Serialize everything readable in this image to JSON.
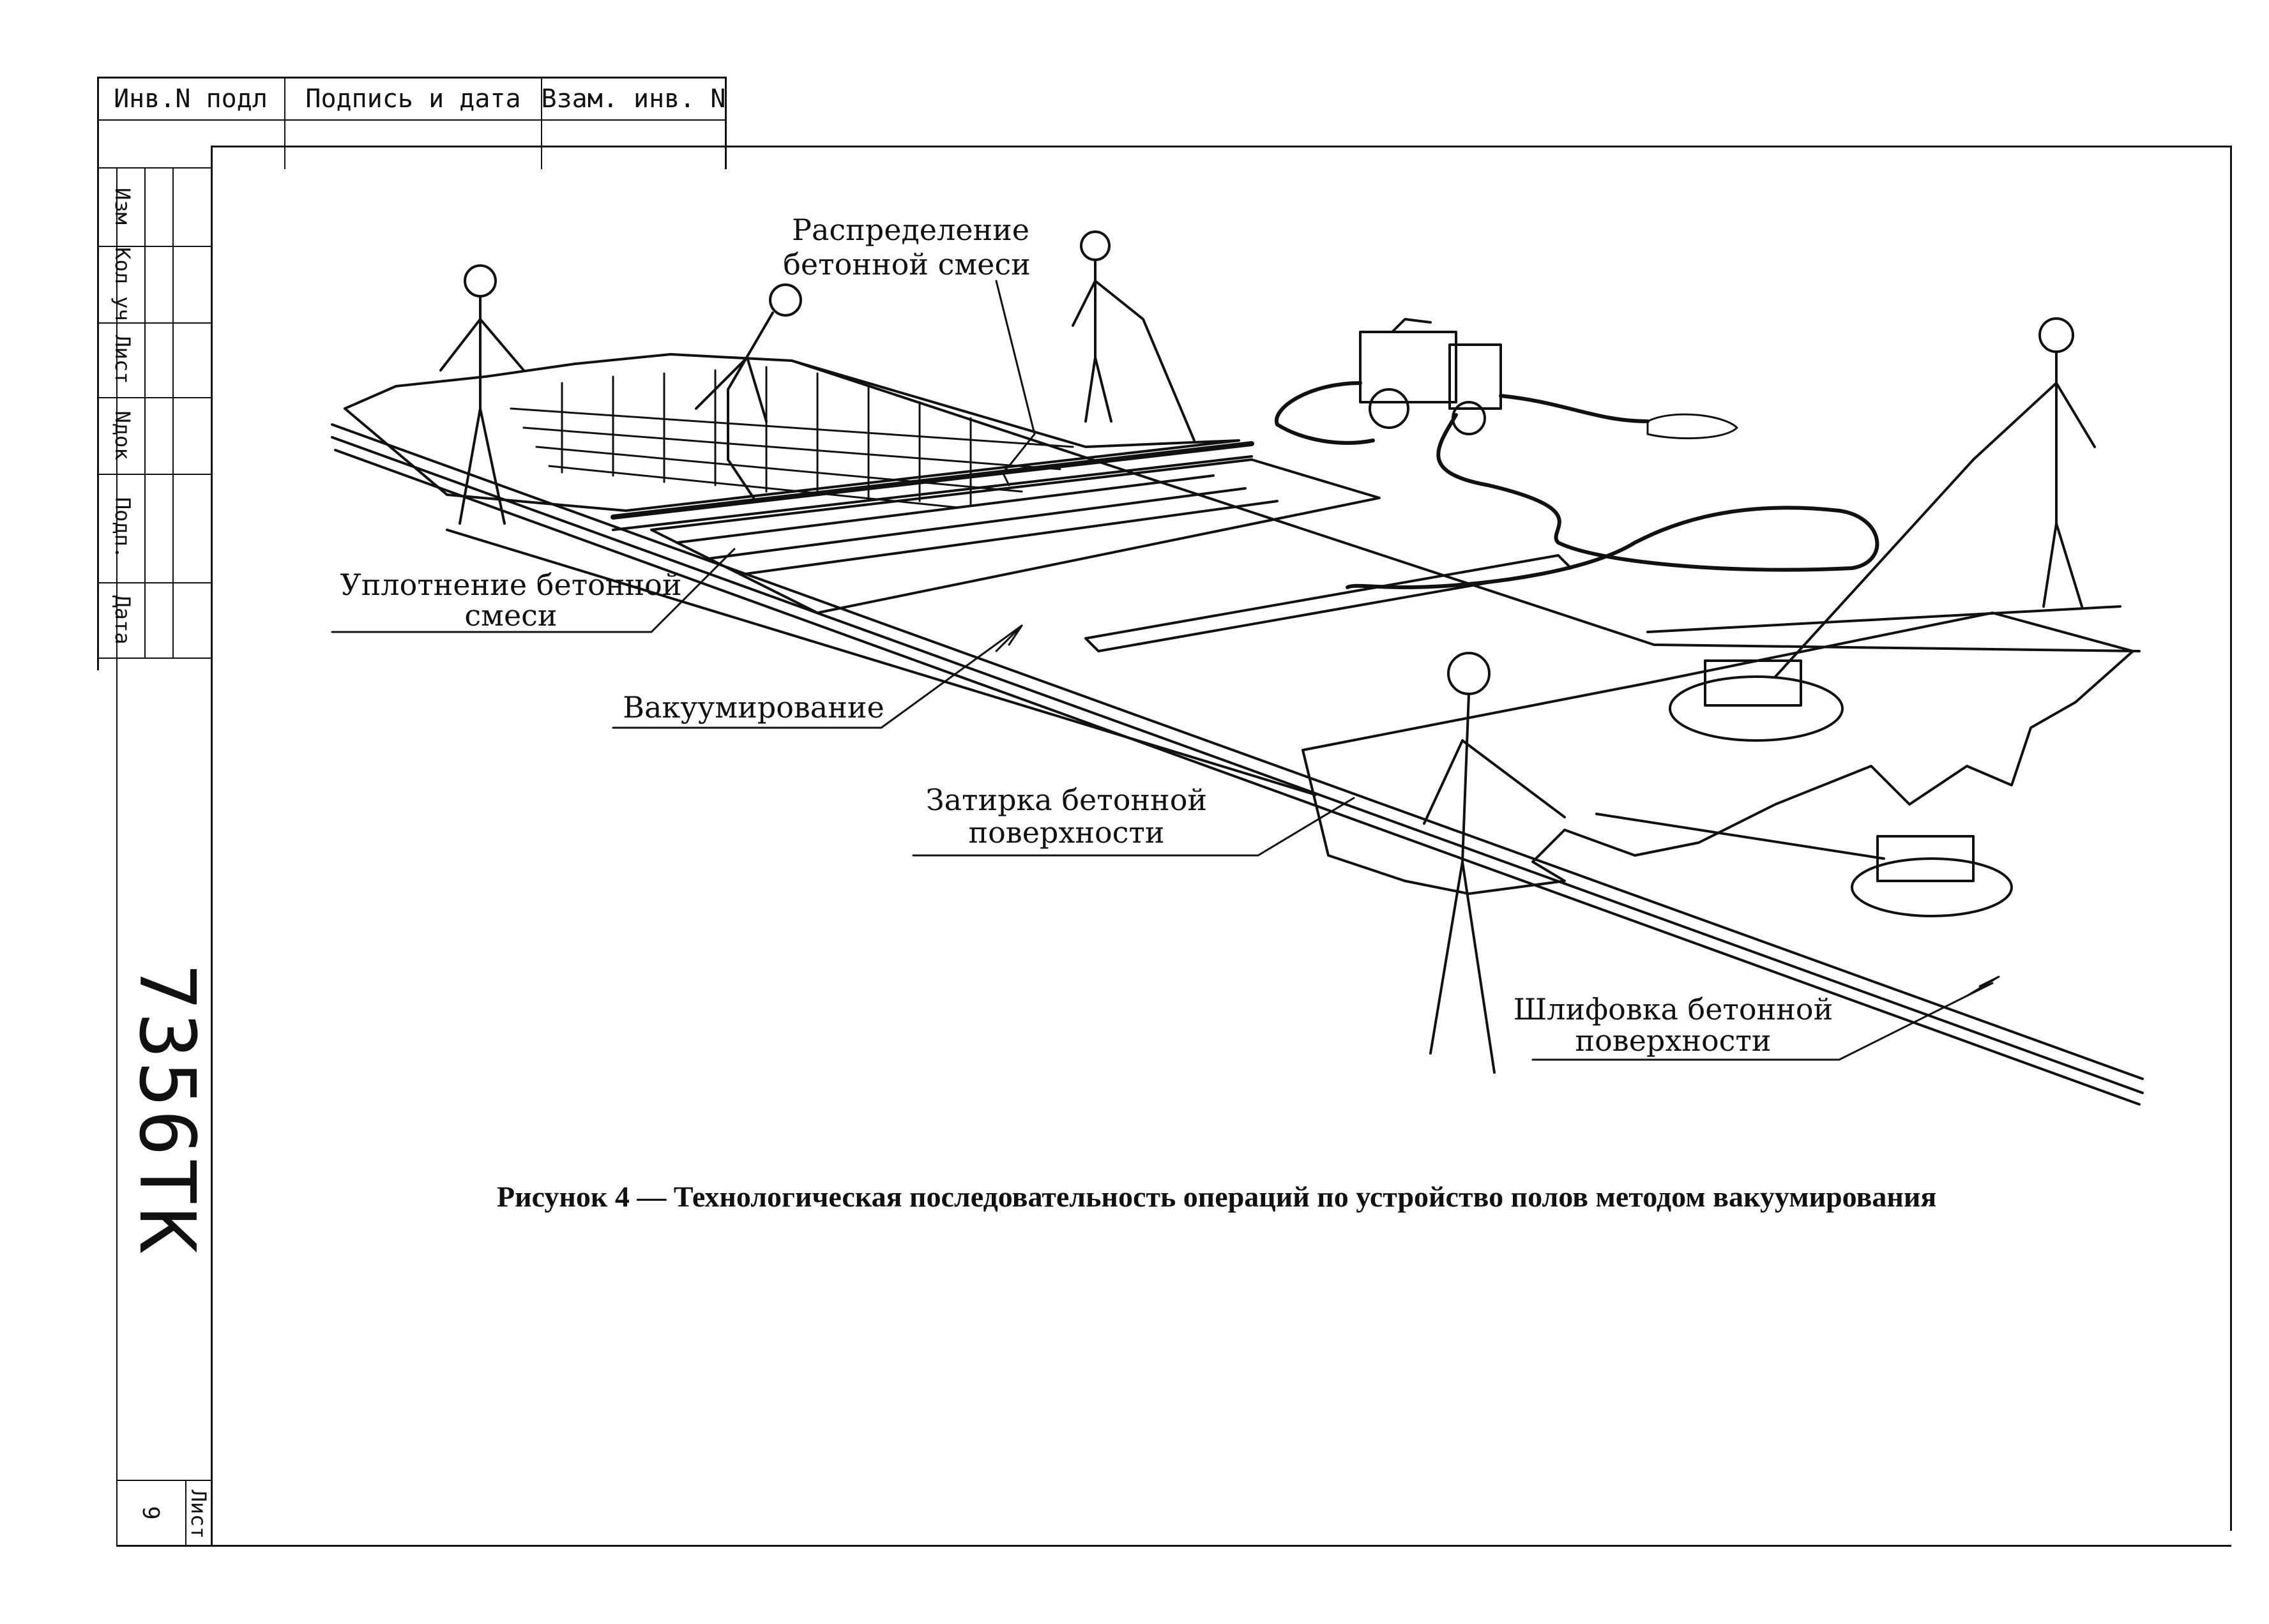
{
  "stamp": {
    "inv_n_podl": "Инв.N подл",
    "podpis_i_data": "Подпись и дата",
    "vzam_inv_n": "Взам. инв. N"
  },
  "side_strip": {
    "izm": "Изм",
    "kol_uch": "Кол уч",
    "list": "Лист",
    "n_dok": "Nдок",
    "podp": "Подп.",
    "data": "Дата",
    "doc_code": "7356TK",
    "sheet_label": "Лист",
    "sheet_number": "9"
  },
  "labels": {
    "distribution_line1": "Распределение",
    "distribution_line2": "бетонной смеси",
    "compaction_line1": "Уплотнение бетонной",
    "compaction_line2": "смеси",
    "vacuuming": "Вакуумирование",
    "troweling_line1": "Затирка бетонной",
    "troweling_line2": "поверхности",
    "grinding_line1": "Шлифовка бетонной",
    "grinding_line2": "поверхности"
  },
  "caption": "Рисунок 4 — Технологическая последовательность операций по устройство полов методом вакуумирования"
}
